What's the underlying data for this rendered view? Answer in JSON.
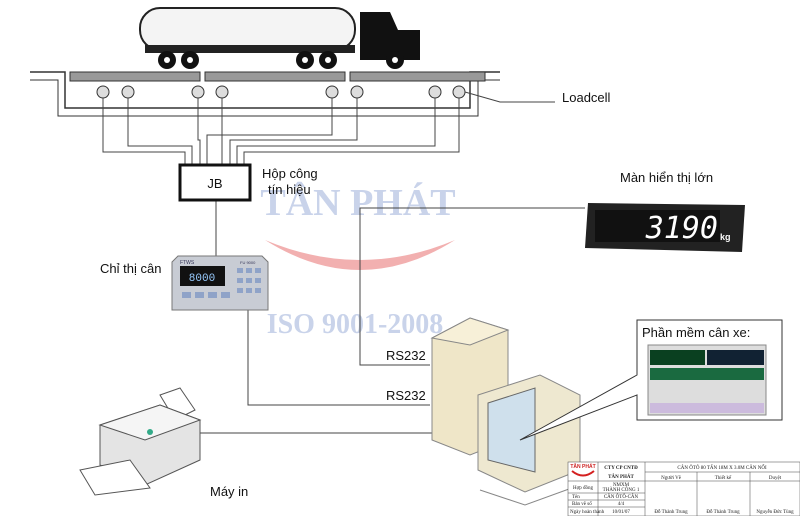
{
  "labels": {
    "loadcell": "Loadcell",
    "jb": "JB",
    "junction_box_line1": "Hộp công",
    "junction_box_line2": "tín hiệu",
    "indicator": "Chỉ thị cân",
    "big_display": "Màn hiển thị lớn",
    "rs232_top": "RS232",
    "rs232_bottom": "RS232",
    "software": "Phần mềm cân xe:",
    "printer": "Máy in"
  },
  "big_display": {
    "value": "3190",
    "unit": "kg"
  },
  "indicator": {
    "brand": "FTWS",
    "model": "FU 9000",
    "value": "8000"
  },
  "watermark": {
    "company": "TÂN PHÁT",
    "cert": "ISO 9001-2008"
  },
  "title_block": {
    "logo": "TÂN PHÁT",
    "company_line1": "CTY CP CNTĐ",
    "company_line2": "TÂN PHÁT",
    "title": "CÂN ÔTÔ 80 TẤN 18M X 3.0M CÂN NỔI",
    "roles": [
      "Người Vẽ",
      "Thiết kế",
      "Duyệt"
    ],
    "names": [
      "Đỗ Thành Trung",
      "Đỗ Thành Trung",
      "Nguyễn Đức Tùng"
    ],
    "rows": [
      {
        "key": "Hợp đồng",
        "value1": "NMXM",
        "value2": "THÀNH CÔNG 1"
      },
      {
        "key": "Tên",
        "value1": "CÂN ÔTÔ-CÂN"
      },
      {
        "key": "Bản vẽ số",
        "value1": "4/4"
      },
      {
        "key": "Ngày hoàn thành",
        "value1": "10/01/07"
      }
    ]
  },
  "colors": {
    "line": "#444444",
    "watermark_blue": "#c9d3ea",
    "watermark_red": "#f2b0b0",
    "display_led": "#ffffff",
    "brand_red": "#d42020"
  }
}
